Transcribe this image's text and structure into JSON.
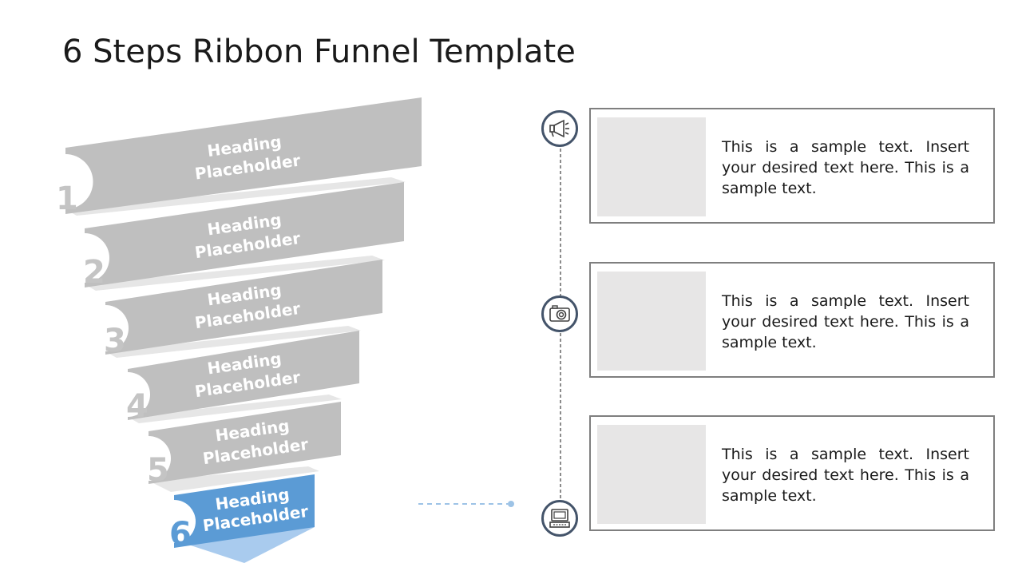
{
  "slide": {
    "title": "6 Steps Ribbon Funnel Template"
  },
  "funnel": {
    "steps": [
      {
        "number": "1",
        "heading_line1": "Heading",
        "heading_line2": "Placeholder",
        "active": false
      },
      {
        "number": "2",
        "heading_line1": "Heading",
        "heading_line2": "Placeholder",
        "active": false
      },
      {
        "number": "3",
        "heading_line1": "Heading",
        "heading_line2": "Placeholder",
        "active": false
      },
      {
        "number": "4",
        "heading_line1": "Heading",
        "heading_line2": "Placeholder",
        "active": false
      },
      {
        "number": "5",
        "heading_line1": "Heading",
        "heading_line2": "Placeholder",
        "active": false
      },
      {
        "number": "6",
        "heading_line1": "Heading",
        "heading_line2": "Placeholder",
        "active": true
      }
    ],
    "colors": {
      "inactive": "#bfbfbf",
      "inactive_fold": "#e6e6e6",
      "active": "#5b9bd5",
      "active_fold": "#a9cbee"
    }
  },
  "cards": [
    {
      "icon": "megaphone-icon",
      "text": "This is a sample text. Insert your desired text here. This is a sample text."
    },
    {
      "icon": "camera-icon",
      "text": "This is a sample text. Insert your desired text here. This is a sample text."
    },
    {
      "icon": "computer-icon",
      "text": "This is a sample text. Insert your desired text here. This is a sample text."
    }
  ],
  "colors": {
    "card_border": "#7f7f7f",
    "placeholder_fill": "#e7e6e6",
    "icon_ring": "#44546a",
    "connector": "#9dc3e6"
  }
}
